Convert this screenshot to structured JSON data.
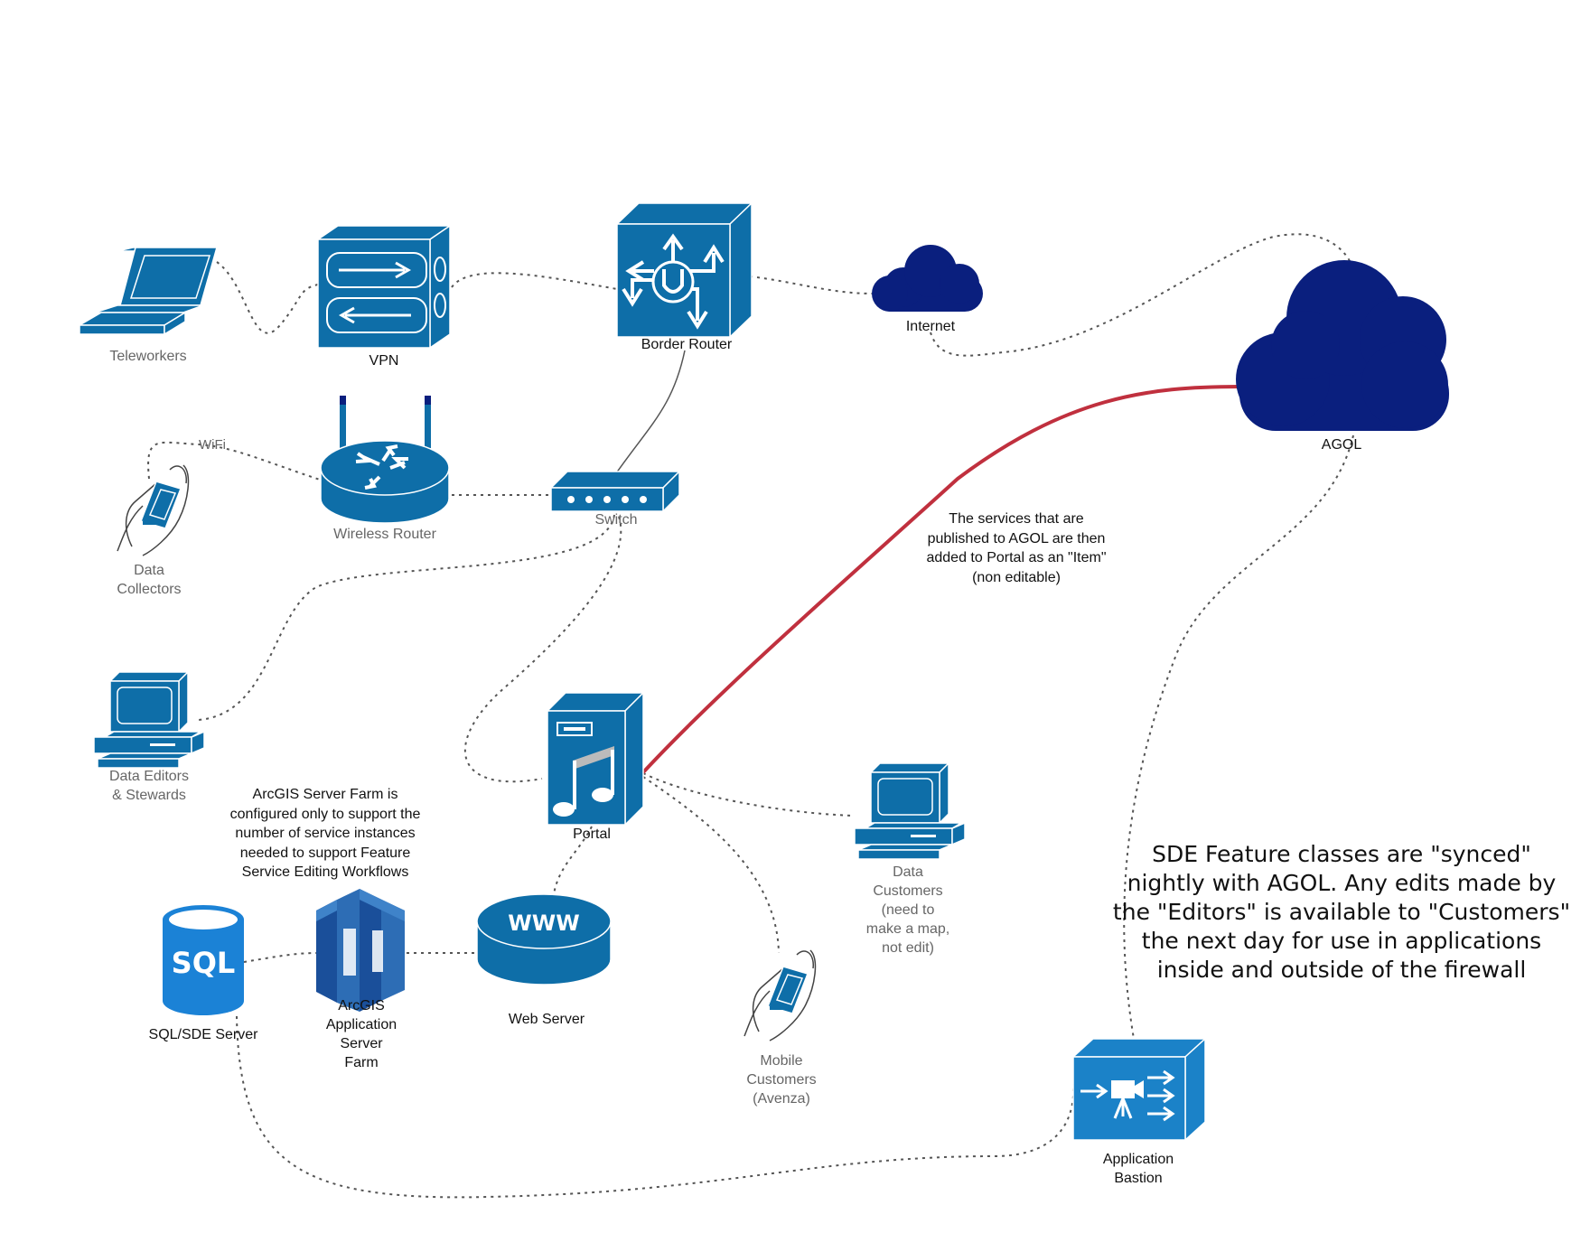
{
  "colors": {
    "device_blue": "#0e6ea8",
    "cloud_navy": "#0a1f7e",
    "red_link": "#c0303e",
    "link_grey": "#555555"
  },
  "nodes": {
    "teleworkers": {
      "label": "Teleworkers",
      "icon": "laptop-icon"
    },
    "vpn": {
      "label": "VPN",
      "icon": "vpn-icon"
    },
    "border_router": {
      "label": "Border Router",
      "icon": "router-icon"
    },
    "internet": {
      "label": "Internet",
      "icon": "cloud-icon"
    },
    "agol": {
      "label": "AGOL",
      "icon": "cloud-icon"
    },
    "wireless_router": {
      "label": "Wireless Router",
      "icon": "wireless-router-icon"
    },
    "switch": {
      "label": "Switch",
      "icon": "switch-icon"
    },
    "data_collectors": {
      "label_line1": "Data",
      "label_line2": "Collectors",
      "icon": "handheld-icon"
    },
    "data_editors": {
      "label_line1": "Data Editors",
      "label_line2": "& Stewards",
      "icon": "workstation-icon"
    },
    "portal": {
      "label": "Portal",
      "icon": "media-server-icon"
    },
    "data_customers": {
      "line1": "Data",
      "line2": "Customers",
      "line3": "(need to",
      "line4": "make a map,",
      "line5": "not edit)",
      "icon": "workstation-icon"
    },
    "mobile_customers": {
      "line1": "Mobile",
      "line2": "Customers",
      "line3": "(Avenza)",
      "icon": "handheld-icon"
    },
    "sql_server": {
      "label": "SQL/SDE Server",
      "icon_text": "SQL",
      "icon": "database-icon"
    },
    "app_server_farm": {
      "line1": "ArcGIS",
      "line2": "Application",
      "line3": "Server",
      "line4": "Farm",
      "icon": "server-farm-icon"
    },
    "web_server": {
      "label": "Web Server",
      "icon_text": "WWW",
      "icon": "web-server-icon"
    },
    "bastion": {
      "line1": "Application",
      "line2": "Bastion",
      "icon": "bastion-icon"
    }
  },
  "links": {
    "wifi_label": "WiFi"
  },
  "annotations": {
    "farm_note": {
      "line1": "ArcGIS Server Farm is",
      "line2": "configured only to support the",
      "line3": "number of service instances",
      "line4": "needed to support Feature",
      "line5": "Service Editing Workflows"
    },
    "agol_note": {
      "line1": "The services that are",
      "line2": "published to AGOL are then",
      "line3": "added to Portal as an \"Item\"",
      "line4": "(non editable)"
    },
    "sync_note": {
      "line1": "SDE Feature classes are \"synced\"",
      "line2": "nightly with AGOL. Any edits made by",
      "line3": "the \"Editors\" is available to \"Customers\"",
      "line4": "the next day for use in applications",
      "line5": "inside and outside of the firewall"
    }
  }
}
